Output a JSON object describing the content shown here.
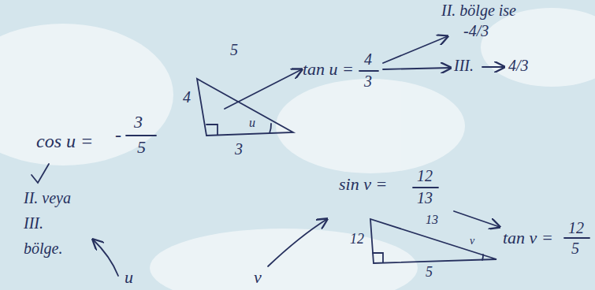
{
  "diagram": {
    "labels": [
      "II. bölge ise",
      "-4/3",
      "III.",
      "4/3",
      "tan u =",
      "4",
      "3",
      "5",
      "4",
      "3",
      "u",
      "cos u =",
      "-",
      "3",
      "5",
      "II. veya",
      "III.",
      "bölge.",
      "u",
      "sin ν =",
      "12",
      "13",
      "12",
      "13",
      "5",
      "ν",
      "tan ν =",
      "12",
      "5",
      "ν"
    ]
  }
}
